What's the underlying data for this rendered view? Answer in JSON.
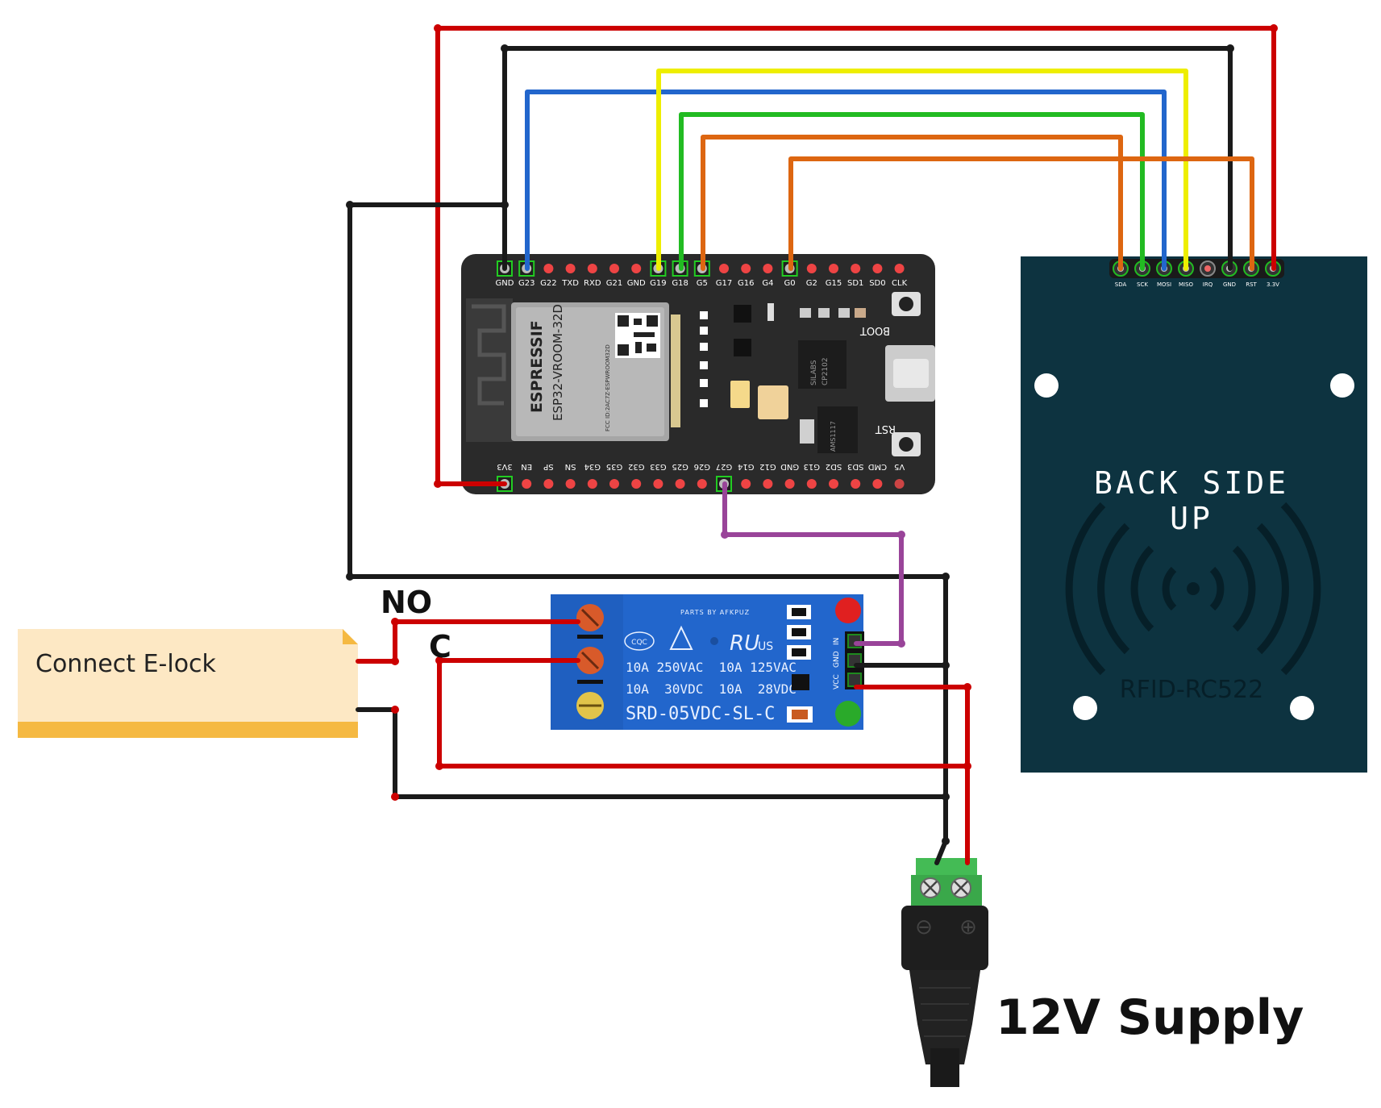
{
  "esp32": {
    "top_pins": [
      "GND",
      "G23",
      "G22",
      "TXD",
      "RXD",
      "G21",
      "GND",
      "G19",
      "G18",
      "G5",
      "G17",
      "G16",
      "G4",
      "G0",
      "G2",
      "G15",
      "SD1",
      "SD0",
      "CLK"
    ],
    "bottom_pins": [
      "3V3",
      "EN",
      "SP",
      "SN",
      "G34",
      "G35",
      "G32",
      "G33",
      "G25",
      "G26",
      "G27",
      "G14",
      "G12",
      "GND",
      "G13",
      "SD2",
      "SD3",
      "CMD",
      "V5"
    ],
    "boot_label": "BOOT",
    "rst_label": "RST",
    "module_brand": "ESPRESSIF",
    "module_name": "ESP32-VROOM-32D",
    "module_info": "FCC ID:2AC7Z-ESPWROOM32D",
    "chip_text_1": "SILABS",
    "chip_text_2": "CP2102",
    "regulator_text": "AMS1117"
  },
  "rfid": {
    "title_line1": "BACK SIDE",
    "title_line2": "UP",
    "model": "RFID-RC522",
    "pins": [
      "SDA",
      "SCK",
      "MOSI",
      "MISO",
      "IRQ",
      "GND",
      "RST",
      "3.3V"
    ]
  },
  "relay": {
    "spec_row1": "10A 250VAC  10A 125VAC",
    "spec_row2": "10A  30VDC  10A  28VDC",
    "model": "SRD-05VDC-SL-C",
    "brand": "PARTS BY AFKPUZ",
    "cqc": "CQC",
    "us": "US",
    "pin_labels": [
      "IN",
      "GND",
      "VCC"
    ]
  },
  "labels": {
    "no": "NO",
    "c": "C",
    "elock": "Connect E-lock",
    "supply": "12V Supply"
  },
  "jack": {
    "minus": "⊖",
    "plus": "⊕"
  },
  "colors": {
    "wire_red": "#cc0000",
    "wire_black": "#1a1a1a",
    "wire_blue": "#2266cc",
    "wire_yellow": "#eeee00",
    "wire_green": "#22bb22",
    "wire_orange": "#dd6611",
    "wire_purple": "#994499",
    "board_dark": "#2a2a2a",
    "rfid_board": "#0d3340",
    "relay_board": "#2266cc",
    "note_fill": "#fde8c4",
    "note_bar": "#f5b942"
  }
}
